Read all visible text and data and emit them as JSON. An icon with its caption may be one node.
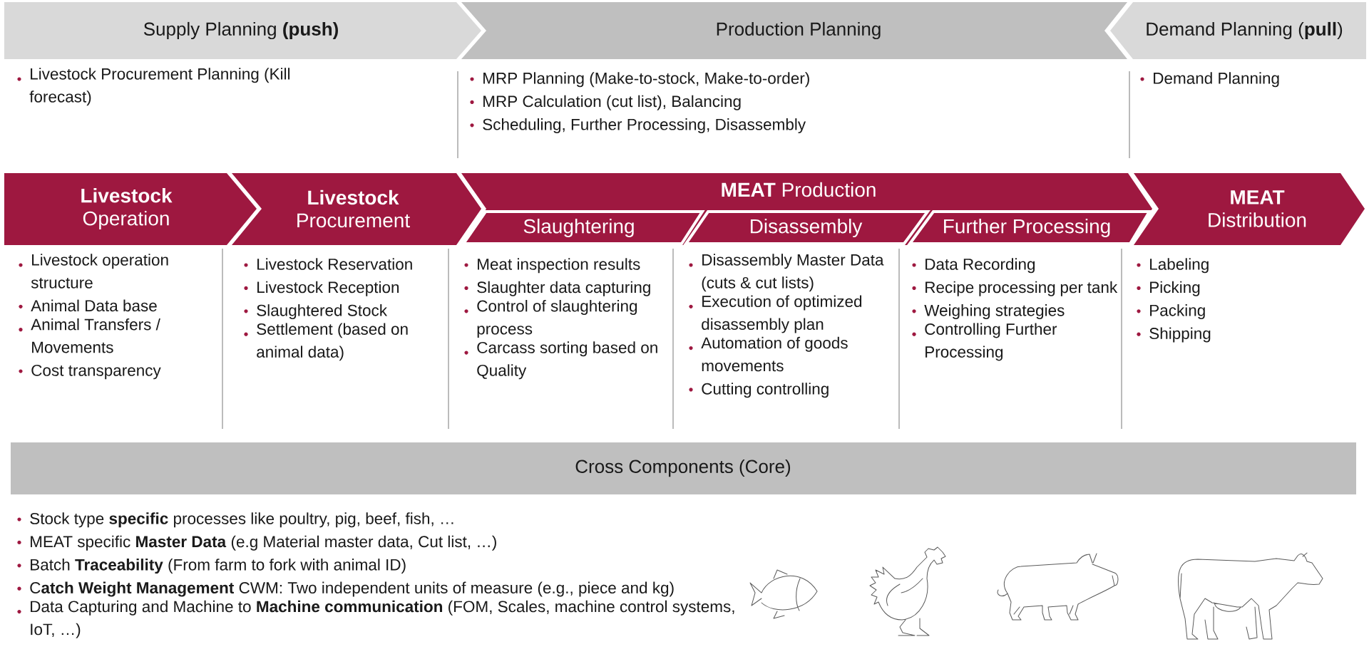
{
  "diagram": {
    "nodes": [
      {
        "text": [
          "Supply Planning **(push)**"
        ],
        "beside": [
          "Livestock Procurement Planning (Kill forecast)"
        ]
      },
      {
        "text": [
          "Production Planning"
        ],
        "beside": [
          "MRP Planning (Make-to-stock, Make-to-order)",
          "MRP Calculation (cut list), Balancing",
          "Scheduling, Further Processing, Disassembly"
        ]
      },
      {
        "text": [
          "Demand Planning (**pull**)"
        ],
        "beside": [
          "Demand Planning"
        ]
      },
      {
        "text": [
          "**Livestock** Operation"
        ],
        "beside": [
          "Livestock operation structure",
          "Animal Data base",
          "Animal Transfers / Movements",
          "Cost transparency"
        ]
      },
      {
        "text": [
          "**Livestock** Procurement"
        ],
        "beside": [
          "Livestock Reservation",
          "Livestock Reception",
          "Slaughtered Stock",
          "Settlement (based on animal data)"
        ]
      },
      {
        "text": [
          "**MEAT** Production"
        ]
      },
      {
        "text": [
          "Slaughtering"
        ],
        "in": 5,
        "beside": [
          "Meat inspection results",
          "Slaughter data capturing",
          "Control of slaughtering process",
          "Carcass sorting based on Quality"
        ]
      },
      {
        "text": [
          "Disassembly"
        ],
        "in": 5,
        "beside": [
          "Disassembly Master Data (cuts & cut lists)",
          "Execution of optimized disassembly plan",
          "Automation of goods movements",
          "Cutting controlling"
        ]
      },
      {
        "text": [
          "Further Processing"
        ],
        "in": 5,
        "beside": [
          "Data Recording",
          "Recipe processing per tank",
          "Weighing strategies",
          "Controlling Further Processing"
        ]
      },
      {
        "text": [
          "**MEAT** Distribution"
        ],
        "beside": [
          "Labeling",
          "Picking",
          "Packing",
          "Shipping"
        ]
      },
      {
        "text": [
          "Cross Components (Core)"
        ],
        "beside": [
          "Stock type **specific** processes like poultry, pig, beef, fish, …",
          "MEAT specific **Master Data** (e.g Material master data, Cut list, …)",
          "Batch **Traceability** (From farm to fork with animal ID)",
          "C**atch Weight Management** CWM: Two independent units of measure (e.g., piece and kg)",
          "Data Capturing and Machine to **Machine communication** (FOM, Scales, machine control systems, IoT, …)"
        ]
      }
    ]
  }
}
